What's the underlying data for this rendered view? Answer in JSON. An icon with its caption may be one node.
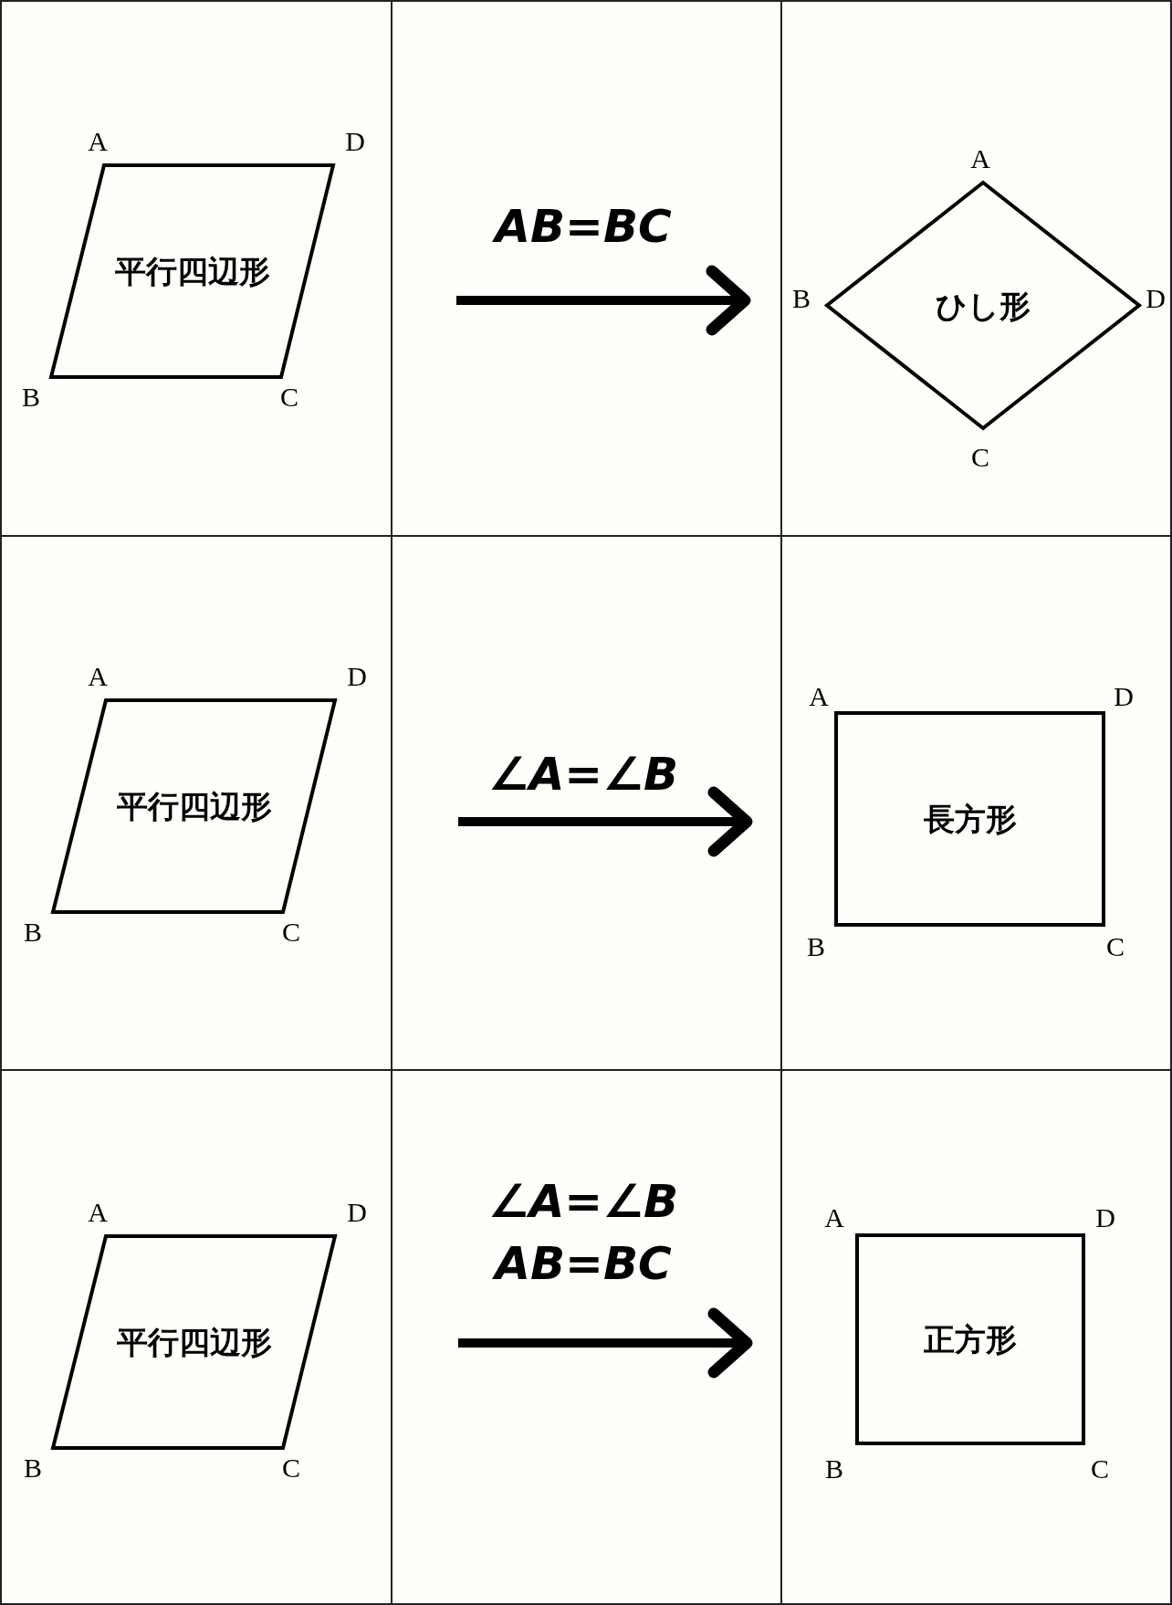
{
  "diagram": {
    "nodes": [
      {
        "text": [
          "平行四辺形"
        ],
        "beside": [
          "A",
          "D",
          "B",
          "C"
        ]
      },
      {
        "text": [
          "ひし形"
        ],
        "beside": [
          "A",
          "B",
          "D",
          "C"
        ]
      },
      {
        "text": [
          "平行四辺形"
        ],
        "beside": [
          "A",
          "D",
          "B",
          "C"
        ]
      },
      {
        "text": [
          "長方形"
        ],
        "beside": [
          "A",
          "D",
          "B",
          "C"
        ]
      },
      {
        "text": [
          "平行四辺形"
        ],
        "beside": [
          "A",
          "D",
          "B",
          "C"
        ]
      },
      {
        "text": [
          "正方形"
        ],
        "beside": [
          "A",
          "D",
          "B",
          "C"
        ]
      }
    ],
    "edges": [
      {
        "from": 0,
        "to": 1,
        "arrow": "to",
        "label": "AB=BC"
      },
      {
        "from": 2,
        "to": 3,
        "arrow": "to",
        "label": "∠A=∠B"
      },
      {
        "from": 4,
        "to": 5,
        "arrow": "to",
        "label": "∠A=∠B AB=BC"
      }
    ]
  }
}
